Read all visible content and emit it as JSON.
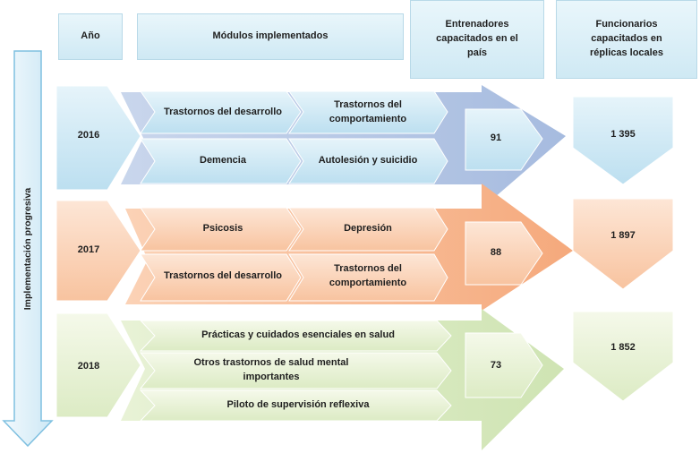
{
  "header": {
    "year": "Año",
    "modules": "Módulos implementados",
    "trainers": "Entrenadores capacitados en el país",
    "officials": "Funcionarios capacitados en réplicas locales"
  },
  "side_label": "Implementación progresiva",
  "rows": [
    {
      "year": "2016",
      "modules": [
        "Trastornos del desarrollo",
        "Trastornos del comportamiento",
        "Demencia",
        "Autolesión y suicidio"
      ],
      "trainers": "91",
      "officials": "1 395"
    },
    {
      "year": "2017",
      "modules": [
        "Psicosis",
        "Depresión",
        "Trastornos del desarrollo",
        "Trastornos del comportamiento"
      ],
      "trainers": "88",
      "officials": "1 897"
    },
    {
      "year": "2018",
      "modules": [
        "Prácticas y cuidados esenciales en salud",
        "Otros trastornos de salud mental importantes",
        "Piloto de supervisión reflexiva"
      ],
      "trainers": "73",
      "officials": "1 852"
    }
  ],
  "colors": {
    "blue_light": "#d4ecf6",
    "blue_dark": "#a9bde0",
    "orange_light": "#fbd7be",
    "orange_dark": "#f6b48c",
    "green_light": "#eaf3d8",
    "green_dark": "#d5e8bd"
  }
}
